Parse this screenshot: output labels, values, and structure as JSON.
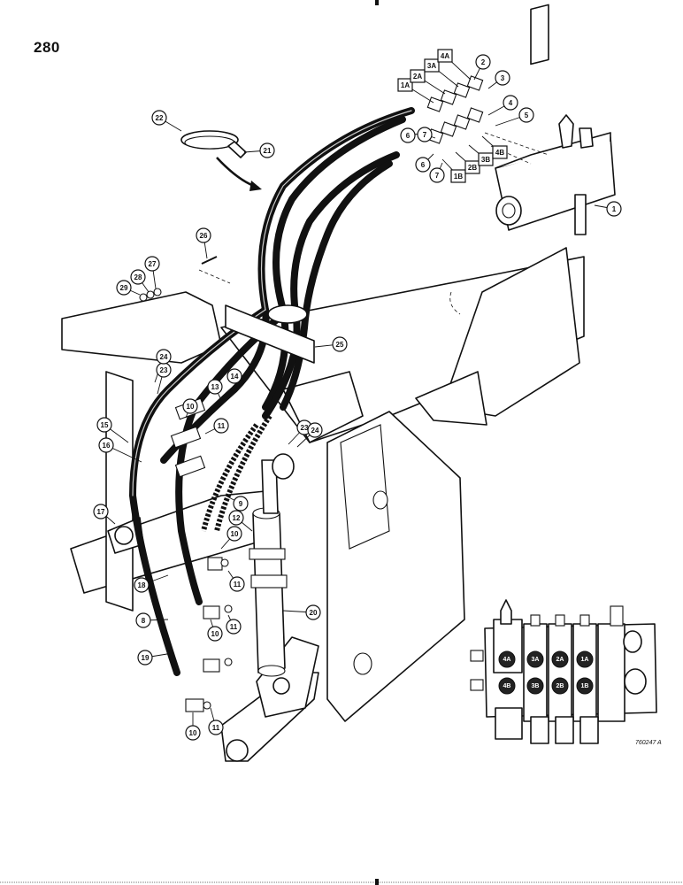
{
  "page": {
    "number": "280",
    "figure_code": "760247 A"
  },
  "callouts": [
    "1",
    "2",
    "3",
    "4",
    "5",
    "6",
    "7",
    "8",
    "9",
    "10",
    "11",
    "12",
    "13",
    "14",
    "15",
    "16",
    "17",
    "18",
    "19",
    "20",
    "21",
    "22",
    "23",
    "24",
    "25",
    "26",
    "27",
    "28",
    "29",
    "1A",
    "2A",
    "3A",
    "4A",
    "1B",
    "2B",
    "3B",
    "4B"
  ],
  "valve_inset": {
    "top_row": [
      "4A",
      "3A",
      "2A",
      "1A"
    ],
    "bottom_row": [
      "4B",
      "3B",
      "2B",
      "1B"
    ]
  }
}
